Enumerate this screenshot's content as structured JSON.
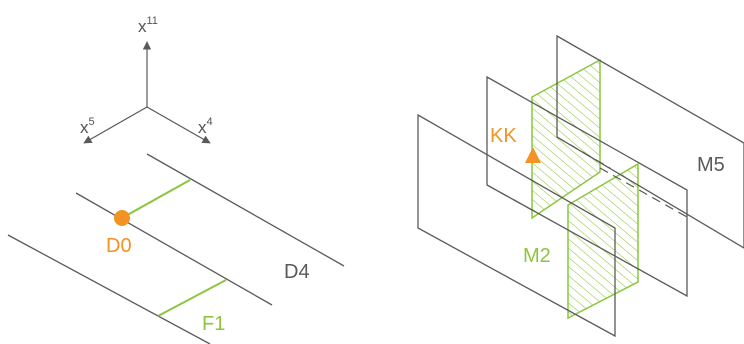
{
  "colors": {
    "line": "#5a5a5a",
    "green": "#8cc63f",
    "orange": "#f39325",
    "label_gray": "#555555"
  },
  "axes": {
    "vertical": {
      "base": "x",
      "sup": "11"
    },
    "left": {
      "base": "x",
      "sup": "5"
    },
    "right": {
      "base": "x",
      "sup": "4"
    }
  },
  "left_diagram": {
    "point_label": "D0",
    "brane_label": "D4",
    "string_label": "F1"
  },
  "right_diagram": {
    "point_label": "KK",
    "brane_label": "M5",
    "membrane_label": "M2"
  }
}
